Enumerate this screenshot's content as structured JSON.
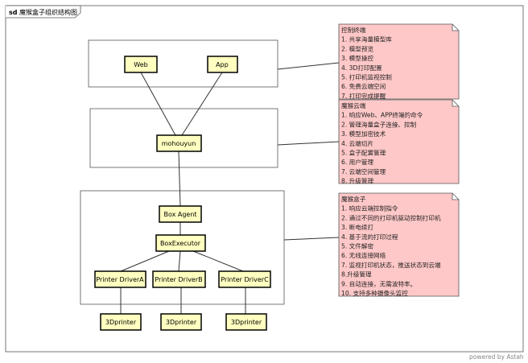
{
  "diagram": {
    "title_prefix": "sd",
    "title": "魔猴盒子组织结构图",
    "nodes": {
      "web": "Web",
      "app": "App",
      "mohouyun": "mohouyun",
      "box_agent": "Box Agent",
      "box_executor": "BoxExecutor",
      "driver_a": "Printer DriverA",
      "driver_b": "Printer DriverB",
      "driver_c": "Printer DriverC",
      "printer_a": "3Dprinter",
      "printer_b": "3Dprinter",
      "printer_c": "3Dprinter"
    },
    "notes": [
      {
        "lines": [
          "控制终端",
          "1. 共享海量模型库",
          "2. 模型预览",
          "3. 模型操控",
          "4. 3D打印配置",
          "5. 打印机监视控制",
          "6. 免费云端空间",
          "7. 打印完成提醒"
        ]
      },
      {
        "lines": [
          "魔猴云端",
          "1. 响应Web、APP终端的命令",
          "2. 管理海量盒子连接、控制",
          "3. 模型加密技术",
          "4. 云端切片",
          "5. 盒子配置管理",
          "6. 用户管理",
          "7. 云端空间管理",
          "8. 升级管理"
        ]
      },
      {
        "lines": [
          "魔猴盒子",
          "1. 响应云端控制指令",
          "2. 通过不同的打印机驱动控制打印机",
          "3. 断电续打",
          "4. 基于流的打印过程",
          "5. 文件解密",
          "6. 无线连接网络",
          "7. 监视打印机状态，推送状态到云端",
          "8.升级管理",
          "9. 自动连接，无需波特率。",
          "10. 支持多种摄像头监控"
        ]
      }
    ],
    "watermark": "powered by Astah"
  }
}
